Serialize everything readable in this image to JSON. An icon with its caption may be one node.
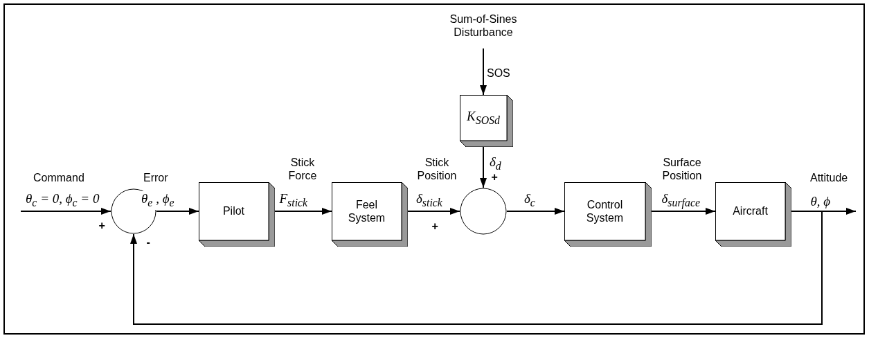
{
  "diagram": {
    "nodes": [
      {
        "text": [
          "Sum-of-Sines Disturbance"
        ]
      },
      {
        "text": [
          "K$_{SOS}$$_{d}$"
        ]
      },
      {
        "text": [],
        "shape": "circle"
      },
      {
        "text": [
          "Pilot"
        ]
      },
      {
        "text": [
          "Feel System"
        ]
      },
      {
        "text": [],
        "shape": "circle"
      },
      {
        "text": [
          "Control System"
        ]
      },
      {
        "text": [
          "Aircraft"
        ]
      }
    ],
    "edges": [
      {
        "from": null,
        "to": 2,
        "arrow": "to",
        "label": "θ$_{c}$ = 0, ϕ$_{c}$ = 0"
      },
      {
        "from": 2,
        "to": 3,
        "arrow": "to",
        "label": "θ$_{e}$ , ϕ$_{e}$"
      },
      {
        "from": 3,
        "to": 4,
        "arrow": "to",
        "label": "F$_{stick}$"
      },
      {
        "from": 4,
        "to": 5,
        "arrow": "to",
        "label": "δ$_{stick}$"
      },
      {
        "from": 0,
        "to": 1,
        "arrow": "to",
        "label": "SOS"
      },
      {
        "from": 1,
        "to": 5,
        "arrow": "to",
        "label": "δ$_{d}$"
      },
      {
        "from": 5,
        "to": 6,
        "arrow": "to",
        "label": "δ$_{c}$"
      },
      {
        "from": 6,
        "to": 7,
        "arrow": "to",
        "label": "δ$_{surface}$"
      },
      {
        "from": 7,
        "to": null,
        "arrow": "to",
        "label": "θ, ϕ"
      },
      {
        "from": 7,
        "to": 2,
        "arrow": "to"
      }
    ],
    "labels": [
      "Command",
      "Error",
      "Stick Force",
      "Stick Position",
      "Surface Position",
      "Attitude",
      "+",
      "-",
      "+",
      "+"
    ]
  }
}
